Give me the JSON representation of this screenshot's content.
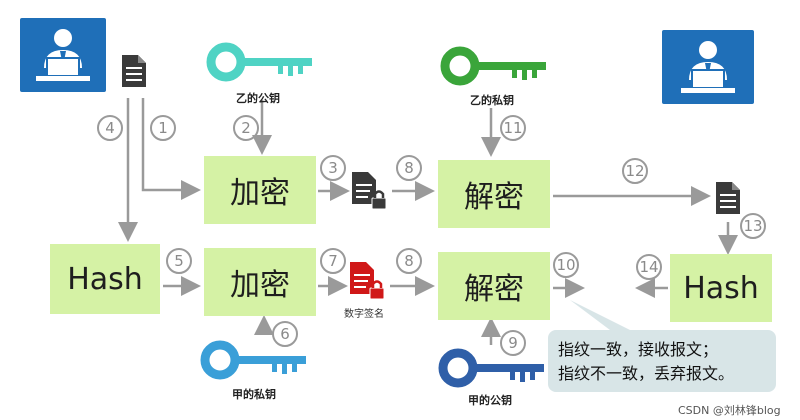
{
  "boxes": {
    "encrypt_top": "加密",
    "decrypt_top": "解密",
    "hash_left": "Hash",
    "encrypt_bottom": "加密",
    "decrypt_bottom": "解密",
    "hash_right": "Hash"
  },
  "keys": {
    "b_public": "乙的公钥",
    "b_private": "乙的私钥",
    "a_private": "甲的私钥",
    "a_public": "甲的公钥"
  },
  "steps": [
    "1",
    "2",
    "3",
    "4",
    "5",
    "6",
    "7",
    "8",
    "8",
    "9",
    "10",
    "11",
    "12",
    "13",
    "14"
  ],
  "signature_label": "数字签名",
  "note": {
    "line1": "指纹一致，接收报文；",
    "line2": "指纹不一致，丢弃报文。"
  },
  "watermark": "CSDN @刘林锋blog",
  "colors": {
    "box_fill": "#d5f2a5",
    "key_teal": "#4fd3c4",
    "key_green": "#3aa53a",
    "key_blue_light": "#3a9fd8",
    "key_blue_dark": "#2f5fa8",
    "person_bg": "#1f6fb8",
    "signature_red": "#d01818"
  }
}
